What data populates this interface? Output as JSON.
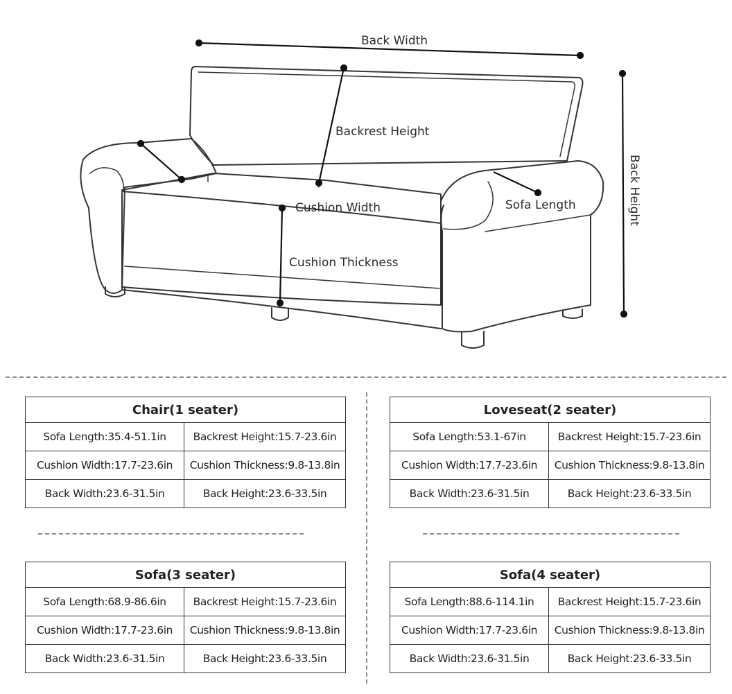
{
  "diagram": {
    "labels": {
      "back_width": "Back Width",
      "backrest_height": "Backrest Height",
      "cushion_width": "Cushion Width",
      "sofa_length": "Sofa Length",
      "cushion_thickness": "Cushion Thickness",
      "back_height": "Back Height"
    }
  },
  "tables": [
    {
      "title": "Chair(1 seater)",
      "rows": [
        [
          "Sofa Length:35.4-51.1in",
          "Backrest Height:15.7-23.6in"
        ],
        [
          "Cushion Width:17.7-23.6in",
          "Cushion Thickness:9.8-13.8in"
        ],
        [
          "Back Width:23.6-31.5in",
          "Back Height:23.6-33.5in"
        ]
      ]
    },
    {
      "title": "Loveseat(2 seater)",
      "rows": [
        [
          "Sofa Length:53.1-67in",
          "Backrest Height:15.7-23.6in"
        ],
        [
          "Cushion Width:17.7-23.6in",
          "Cushion Thickness:9.8-13.8in"
        ],
        [
          "Back Width:23.6-31.5in",
          "Back Height:23.6-33.5in"
        ]
      ]
    },
    {
      "title": "Sofa(3 seater)",
      "rows": [
        [
          "Sofa Length:68.9-86.6in",
          "Backrest Height:15.7-23.6in"
        ],
        [
          "Cushion Width:17.7-23.6in",
          "Cushion Thickness:9.8-13.8in"
        ],
        [
          "Back Width:23.6-31.5in",
          "Back Height:23.6-33.5in"
        ]
      ]
    },
    {
      "title": "Sofa(4 seater)",
      "rows": [
        [
          "Sofa Length:88.6-114.1in",
          "Backrest Height:15.7-23.6in"
        ],
        [
          "Cushion Width:17.7-23.6in",
          "Cushion Thickness:9.8-13.8in"
        ],
        [
          "Back Width:23.6-31.5in",
          "Back Height:23.6-33.5in"
        ]
      ]
    }
  ]
}
